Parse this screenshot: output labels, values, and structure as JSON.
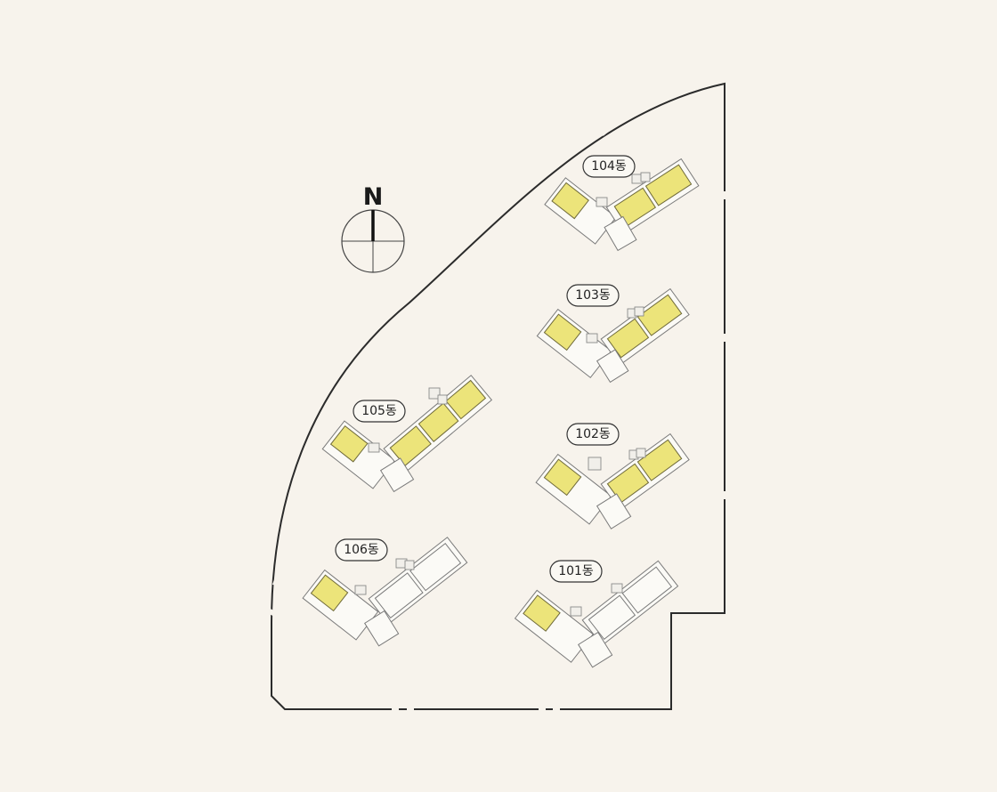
{
  "compass": {
    "letter": "N"
  },
  "colors": {
    "unit_fill": "#ece47a",
    "background": "#f7f3ec"
  },
  "buildings": [
    {
      "id": "b104",
      "label": "104동"
    },
    {
      "id": "b103",
      "label": "103동"
    },
    {
      "id": "b102",
      "label": "102동"
    },
    {
      "id": "b101",
      "label": "101동"
    },
    {
      "id": "b105",
      "label": "105동"
    },
    {
      "id": "b106",
      "label": "106동"
    }
  ]
}
